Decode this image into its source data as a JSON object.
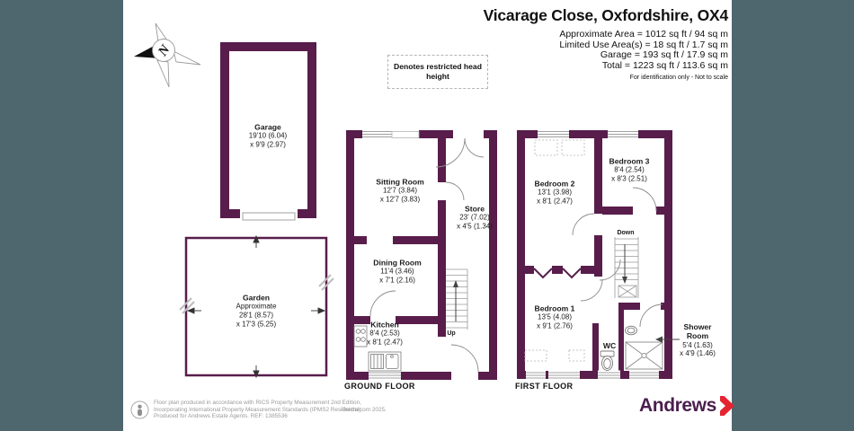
{
  "header": {
    "title": "Vicarage Close, Oxfordshire, OX4",
    "area_lines": [
      "Approximate Area = 1012 sq ft / 94 sq m",
      "Limited Use Area(s) = 18 sq ft / 1.7 sq m",
      "Garage = 193 sq ft / 17.9 sq m",
      "Total = 1223 sq ft / 113.6 sq m"
    ],
    "disclaimer": "For identification only - Not to scale"
  },
  "legend": {
    "restricted_note": "Denotes restricted head height"
  },
  "compass": {
    "letter": "N"
  },
  "floor_labels": {
    "ground": "GROUND FLOOR",
    "first": "FIRST FLOOR"
  },
  "labels": [
    {
      "id": "garage",
      "bold_lines": 1,
      "lines": [
        "Garage",
        "19'10 (6.04)",
        "x 9'9 (2.97)"
      ]
    },
    {
      "id": "garden",
      "bold_lines": 1,
      "lines": [
        "Garden",
        "Approximate",
        "28'1 (8.57)",
        "x 17'3 (5.25)"
      ]
    },
    {
      "id": "sitting_room",
      "bold_lines": 1,
      "lines": [
        "Sitting Room",
        "12'7 (3.84)",
        "x 12'7 (3.83)"
      ]
    },
    {
      "id": "store",
      "bold_lines": 1,
      "lines": [
        "Store",
        "23' (7.02)",
        "x 4'5 (1.34)"
      ]
    },
    {
      "id": "dining_room",
      "bold_lines": 1,
      "lines": [
        "Dining Room",
        "11'4 (3.46)",
        "x 7'1 (2.16)"
      ]
    },
    {
      "id": "kitchen",
      "bold_lines": 1,
      "lines": [
        "Kitchen",
        "8'4 (2.53)",
        "x 8'1 (2.47)"
      ]
    },
    {
      "id": "bedroom_2",
      "bold_lines": 1,
      "lines": [
        "Bedroom 2",
        "13'1 (3.98)",
        "x 8'1 (2.47)"
      ]
    },
    {
      "id": "bedroom_3",
      "bold_lines": 1,
      "lines": [
        "Bedroom 3",
        "8'4 (2.54)",
        "x 8'3 (2.51)"
      ]
    },
    {
      "id": "bedroom_1",
      "bold_lines": 1,
      "lines": [
        "Bedroom 1",
        "13'5 (4.08)",
        "x 9'1 (2.76)"
      ]
    },
    {
      "id": "wc",
      "bold_lines": 1,
      "lines": [
        "WC"
      ]
    },
    {
      "id": "shower_room",
      "bold_lines": 2,
      "lines": [
        "Shower",
        "Room",
        "5'4 (1.63)",
        "x 4'9 (1.46)"
      ]
    },
    {
      "id": "up",
      "bold_lines": 1,
      "lines": [
        "Up"
      ]
    },
    {
      "id": "down",
      "bold_lines": 1,
      "lines": [
        "Down"
      ]
    }
  ],
  "footer": {
    "lines": [
      "Floor plan produced in accordance with RICS Property Measurement 2nd Edition,",
      "Incorporating International Property Measurement Standards (IPMS2 Residential).",
      "Produced for Andrews Estate Agents.   REF: 1385536"
    ],
    "copyright": "©nichecom 2025.",
    "brand": "Andrews"
  },
  "colors": {
    "wall": "#581d4b",
    "panel": "#4E666E",
    "brand_purple": "#4B1E4E",
    "brand_red": "#E42431"
  }
}
